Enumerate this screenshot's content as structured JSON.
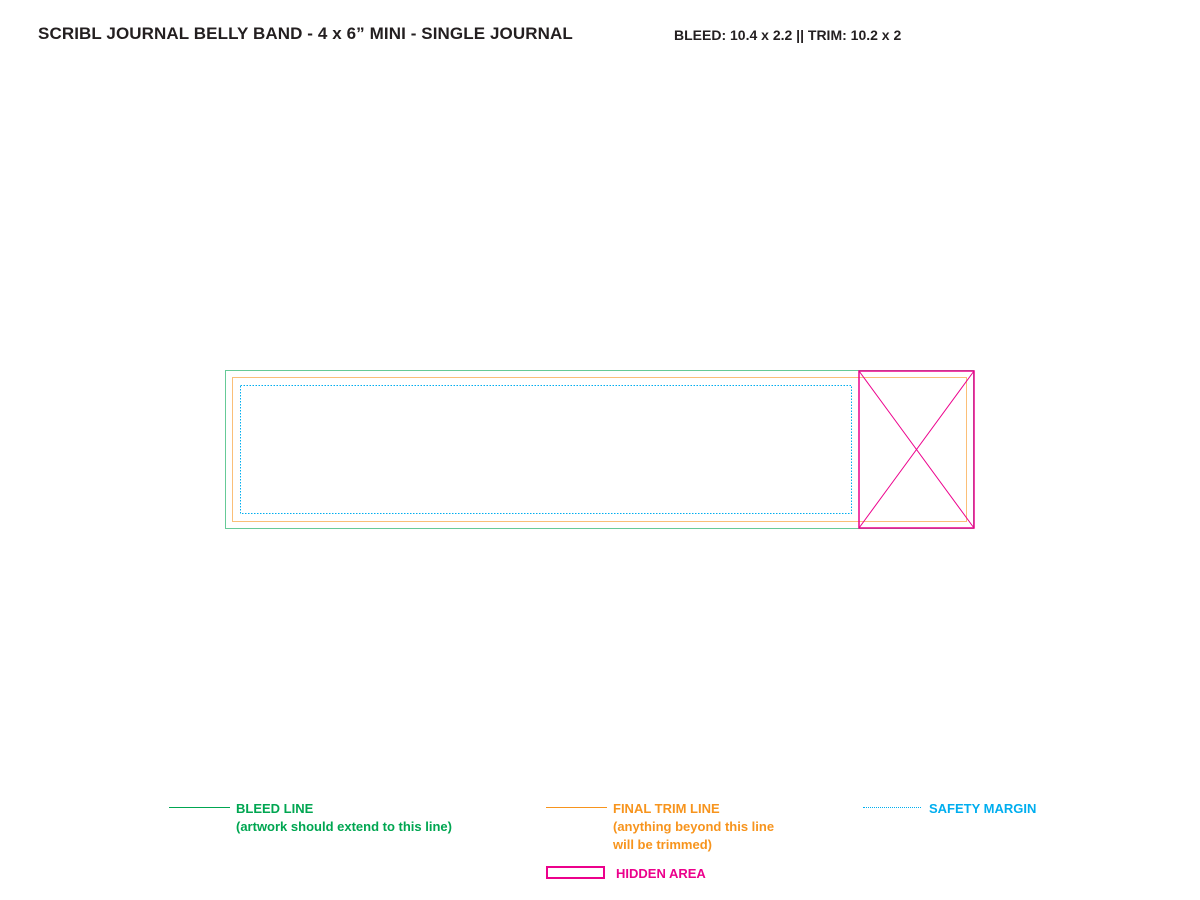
{
  "header": {
    "title": "SCRIBL JOURNAL BELLY BAND - 4 x 6” MINI - SINGLE JOURNAL",
    "dimensions": "BLEED: 10.4 x 2.2 || TRIM: 10.2 x 2"
  },
  "colors": {
    "bleed": "#00a651",
    "trim": "#f7941d",
    "safety": "#00aeef",
    "hidden": "#ec008c"
  },
  "legend": {
    "bleed": {
      "label": "BLEED LINE",
      "note": "(artwork should extend to this line)"
    },
    "trim": {
      "label": "FINAL TRIM LINE",
      "note_line1": "(anything beyond this line",
      "note_line2": "will be trimmed)"
    },
    "safety": {
      "label": "SAFETY MARGIN"
    },
    "hidden": {
      "label": "HIDDEN AREA"
    }
  }
}
